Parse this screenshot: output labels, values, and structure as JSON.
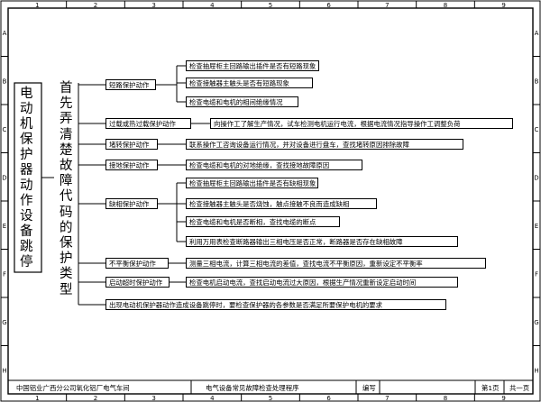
{
  "frame": {
    "col_labels": [
      "1",
      "2",
      "3",
      "4",
      "5",
      "6",
      "7",
      "8",
      "9"
    ],
    "row_labels": [
      "A",
      "B",
      "C",
      "D",
      "E",
      "F",
      "G",
      "H"
    ]
  },
  "title_vertical": "电动机保护器动作设备跳停",
  "subtitle_vertical": "首先弄清楚故障代码的保护类型",
  "categories": [
    {
      "label": "短路保护动作",
      "details": [
        "检查抽屉柜主回路输出插件是否有短路现象",
        "检查接触器主触头是否有短路现象",
        "检查电缆和电机的相间绝缘情况"
      ]
    },
    {
      "label": "过载或热过载保护动作",
      "details": [
        "向操作工了解生产情况，试车检测电机运行电流，根据电流情况指导操作工调整负荷"
      ]
    },
    {
      "label": "堵转保护动作",
      "details": [
        "联系操作工咨询设备运行情况，并对设备进行盘车，查找堵转原因排除故障"
      ]
    },
    {
      "label": "接地保护动作",
      "details": [
        "检查电缆和电机的对地绝缘，查找接地故障原因"
      ]
    },
    {
      "label": "缺相保护动作",
      "details": [
        "检查抽屉柜主回路输出插件是否有缺相现象",
        "检查接触器主触头是否烧蚀，触点接触不良而造成缺相",
        "检查电缆和电机是否断相，查找电缆的断点",
        "利用万用表检查断路器输出三相电压是否正常，断路器是否存在缺相故障"
      ]
    },
    {
      "label": "不平衡保护动作",
      "details": [
        "测量三相电流，计算三相电流的差值，查找电流不平衡原因，重新设定不平衡率"
      ]
    },
    {
      "label": "启动超时保护动作",
      "details": [
        "检查电机启动电流，查找启动电流过大原因，根据生产情况重新设定启动时间"
      ]
    }
  ],
  "bottom_note": "出现电动机保护器动作造成设备跳停时，要检查保护器的各参数是否满足所要保护电机的要求",
  "footer": {
    "org": "中国铝业广西分公司氧化铝厂电气车间",
    "doc_title": "电气设备常见故障检查处理程序",
    "code_label": "编写",
    "page_label": "第1页",
    "total_label": "共一页"
  }
}
